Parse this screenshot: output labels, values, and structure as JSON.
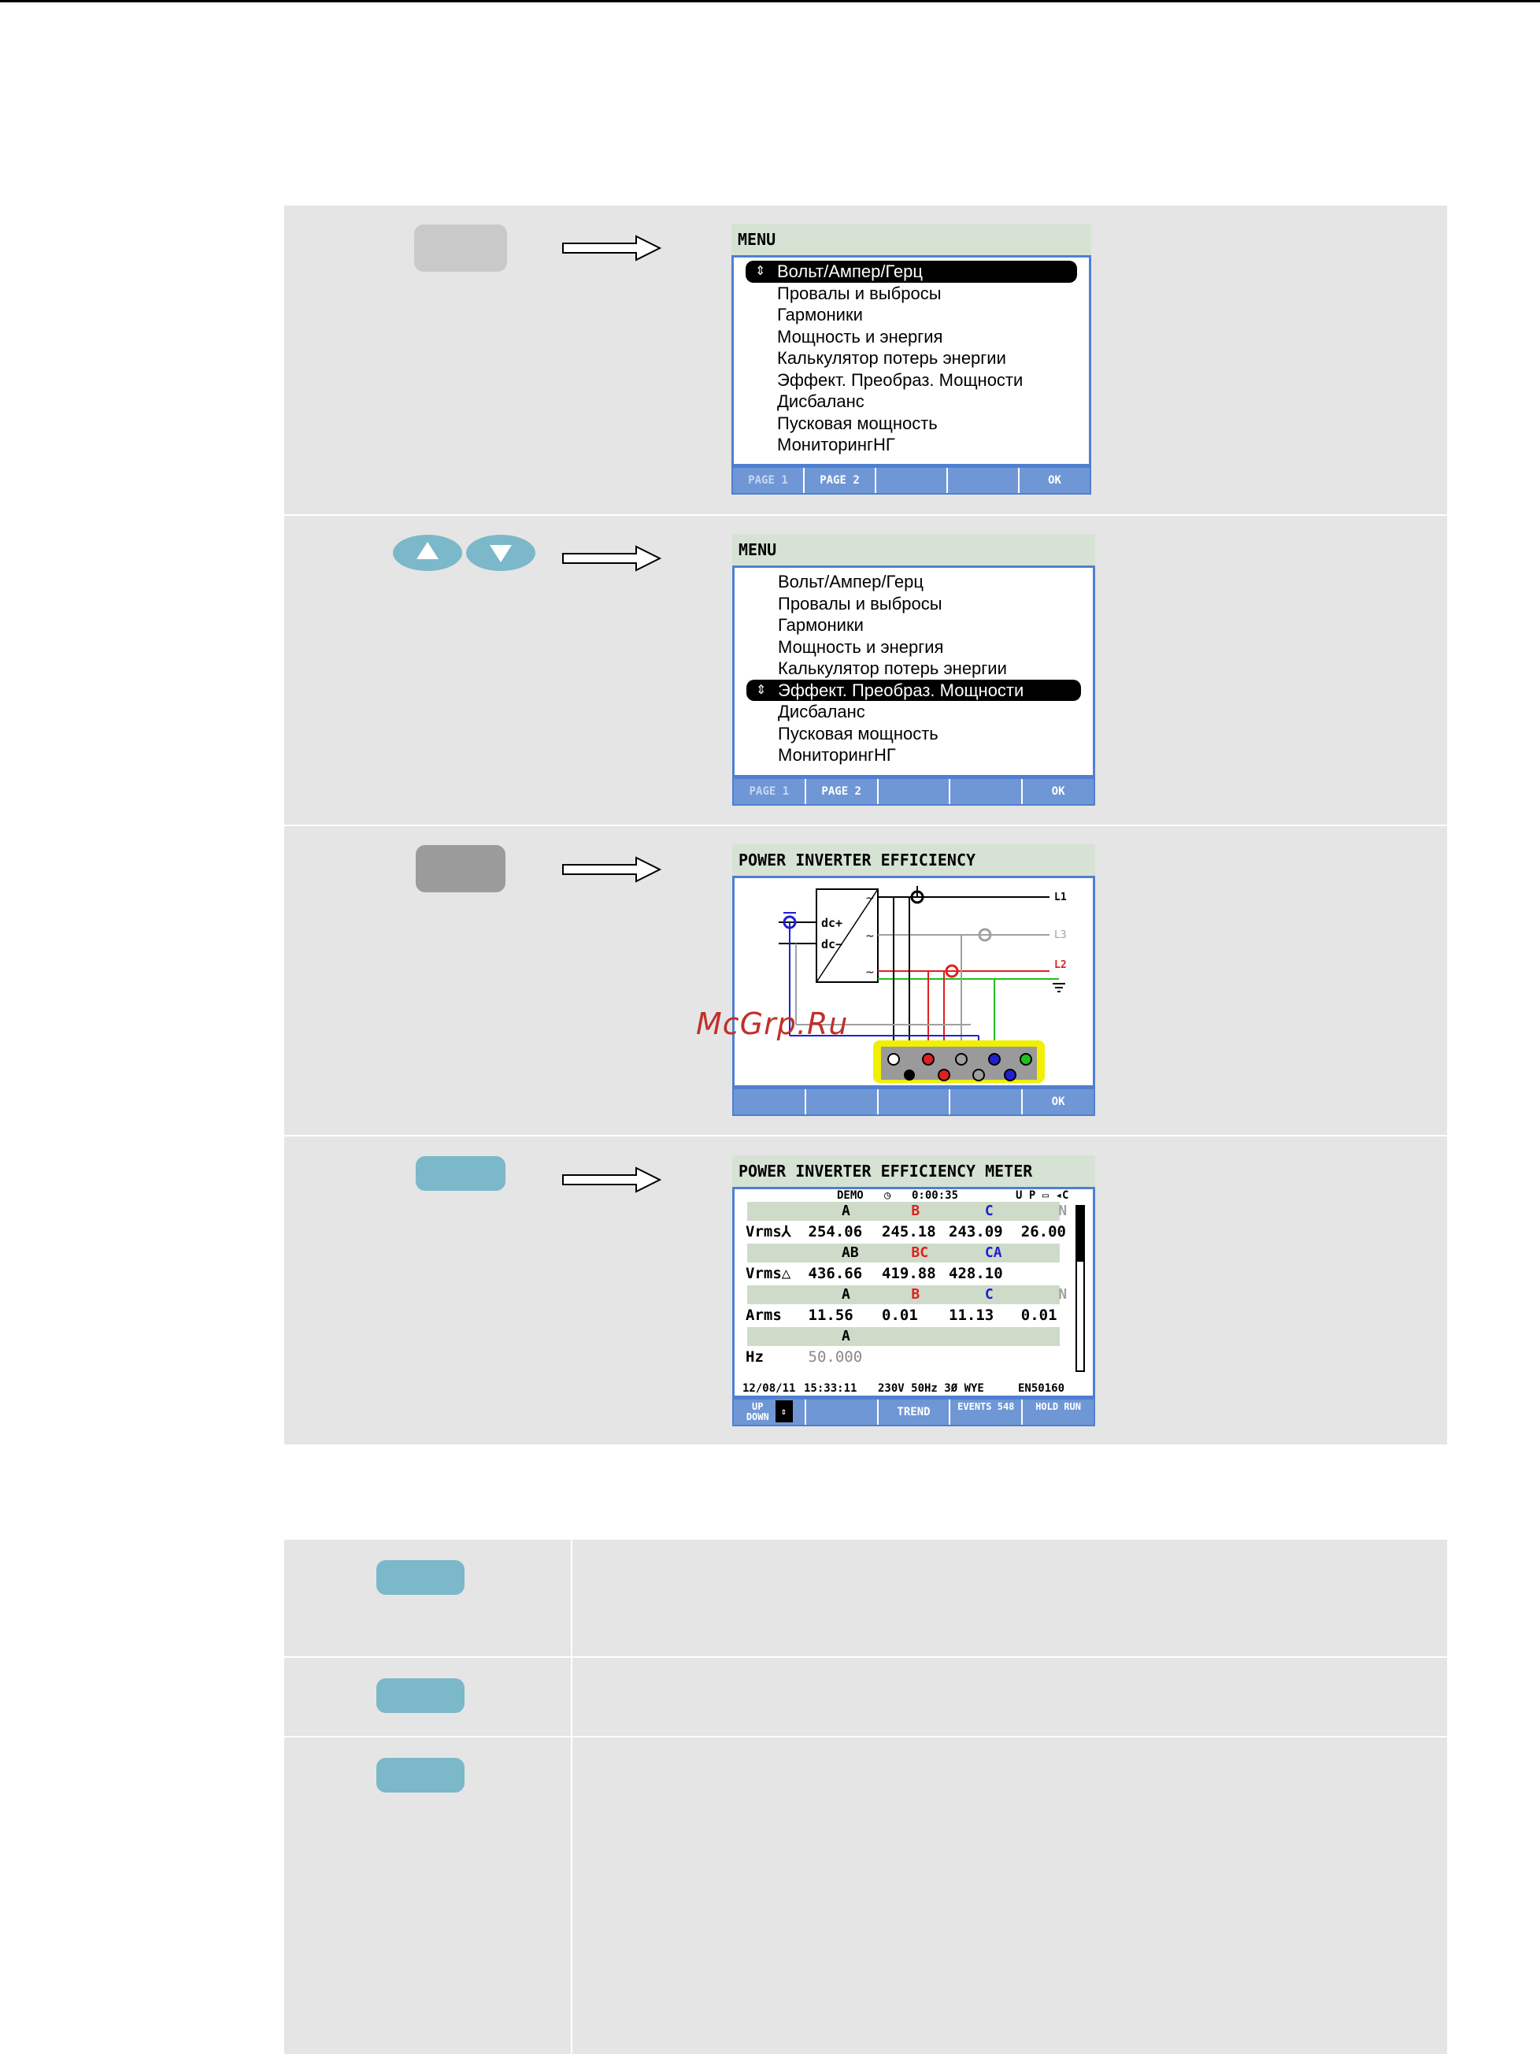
{
  "watermark": "McGrp.Ru",
  "steps": [
    {
      "key_color": "#c9c9c9",
      "screen": {
        "title": "MENU",
        "items": [
          "Вольт/Ампер/Герц",
          "Провалы и выбросы",
          "Гармоники",
          "Мощность и энергия",
          "Калькулятор потерь энергии",
          "Эффект. Преобраз. Мощности",
          "Дисбаланс",
          "Пусковая мощность",
          "МониторингНГ"
        ],
        "selected_index": 0,
        "softkeys": [
          "PAGE 1",
          "PAGE 2",
          "",
          "",
          "OK"
        ]
      }
    },
    {
      "key_up_icon": "triangle-up-icon",
      "key_down_icon": "triangle-down-icon",
      "screen": {
        "title": "MENU",
        "items": [
          "Вольт/Ампер/Герц",
          "Провалы и выбросы",
          "Гармоники",
          "Мощность и энергия",
          "Калькулятор потерь энергии",
          "Эффект. Преобраз. Мощности",
          "Дисбаланс",
          "Пусковая мощность",
          "МониторингНГ"
        ],
        "selected_index": 5,
        "softkeys": [
          "PAGE 1",
          "PAGE 2",
          "",
          "",
          "OK"
        ]
      }
    },
    {
      "key_color": "#9b9b9b",
      "screen": {
        "title": "POWER INVERTER EFFICIENCY",
        "diagram": {
          "dc_plus": "dc+",
          "dc_minus": "dc−",
          "l1": "L1",
          "l2": "L2",
          "l3": "L3"
        },
        "softkeys": [
          "",
          "",
          "",
          "",
          "OK"
        ]
      }
    },
    {
      "key_color": "#7bb8c9",
      "screen": {
        "title": "POWER INVERTER EFFICIENCY METER",
        "status": {
          "mode": "DEMO",
          "timer": "0:00:35"
        },
        "groups": [
          {
            "headers": [
              "A",
              "B",
              "C",
              "N"
            ],
            "label": "Vrms⅄",
            "values": [
              "254.06",
              "245.18",
              "243.09",
              "26.00"
            ]
          },
          {
            "headers": [
              "AB",
              "BC",
              "CA"
            ],
            "label": "Vrms△",
            "values": [
              "436.66",
              "419.88",
              "428.10"
            ]
          },
          {
            "headers": [
              "A",
              "B",
              "C",
              "N"
            ],
            "label": "Arms",
            "values": [
              "11.56",
              "0.01",
              "11.13",
              "0.01"
            ]
          },
          {
            "headers": [
              "A"
            ],
            "label": "Hz",
            "values": [
              "50.000"
            ]
          }
        ],
        "footer": {
          "date": "12/08/11",
          "time": "15:33:11",
          "config": "230V  50Hz 3Ø WYE",
          "standard": "EN50160"
        },
        "softkeys": [
          "UP DOWN",
          "",
          "TREND",
          "EVENTS 548",
          "HOLD RUN"
        ]
      }
    }
  ],
  "lower_keys_color": "#7bb8c9",
  "colors": {
    "phase_a": "#000000",
    "phase_b": "#e02020",
    "phase_c": "#2020d0",
    "phase_n": "#a0a0a0",
    "ground": "#20c020"
  }
}
